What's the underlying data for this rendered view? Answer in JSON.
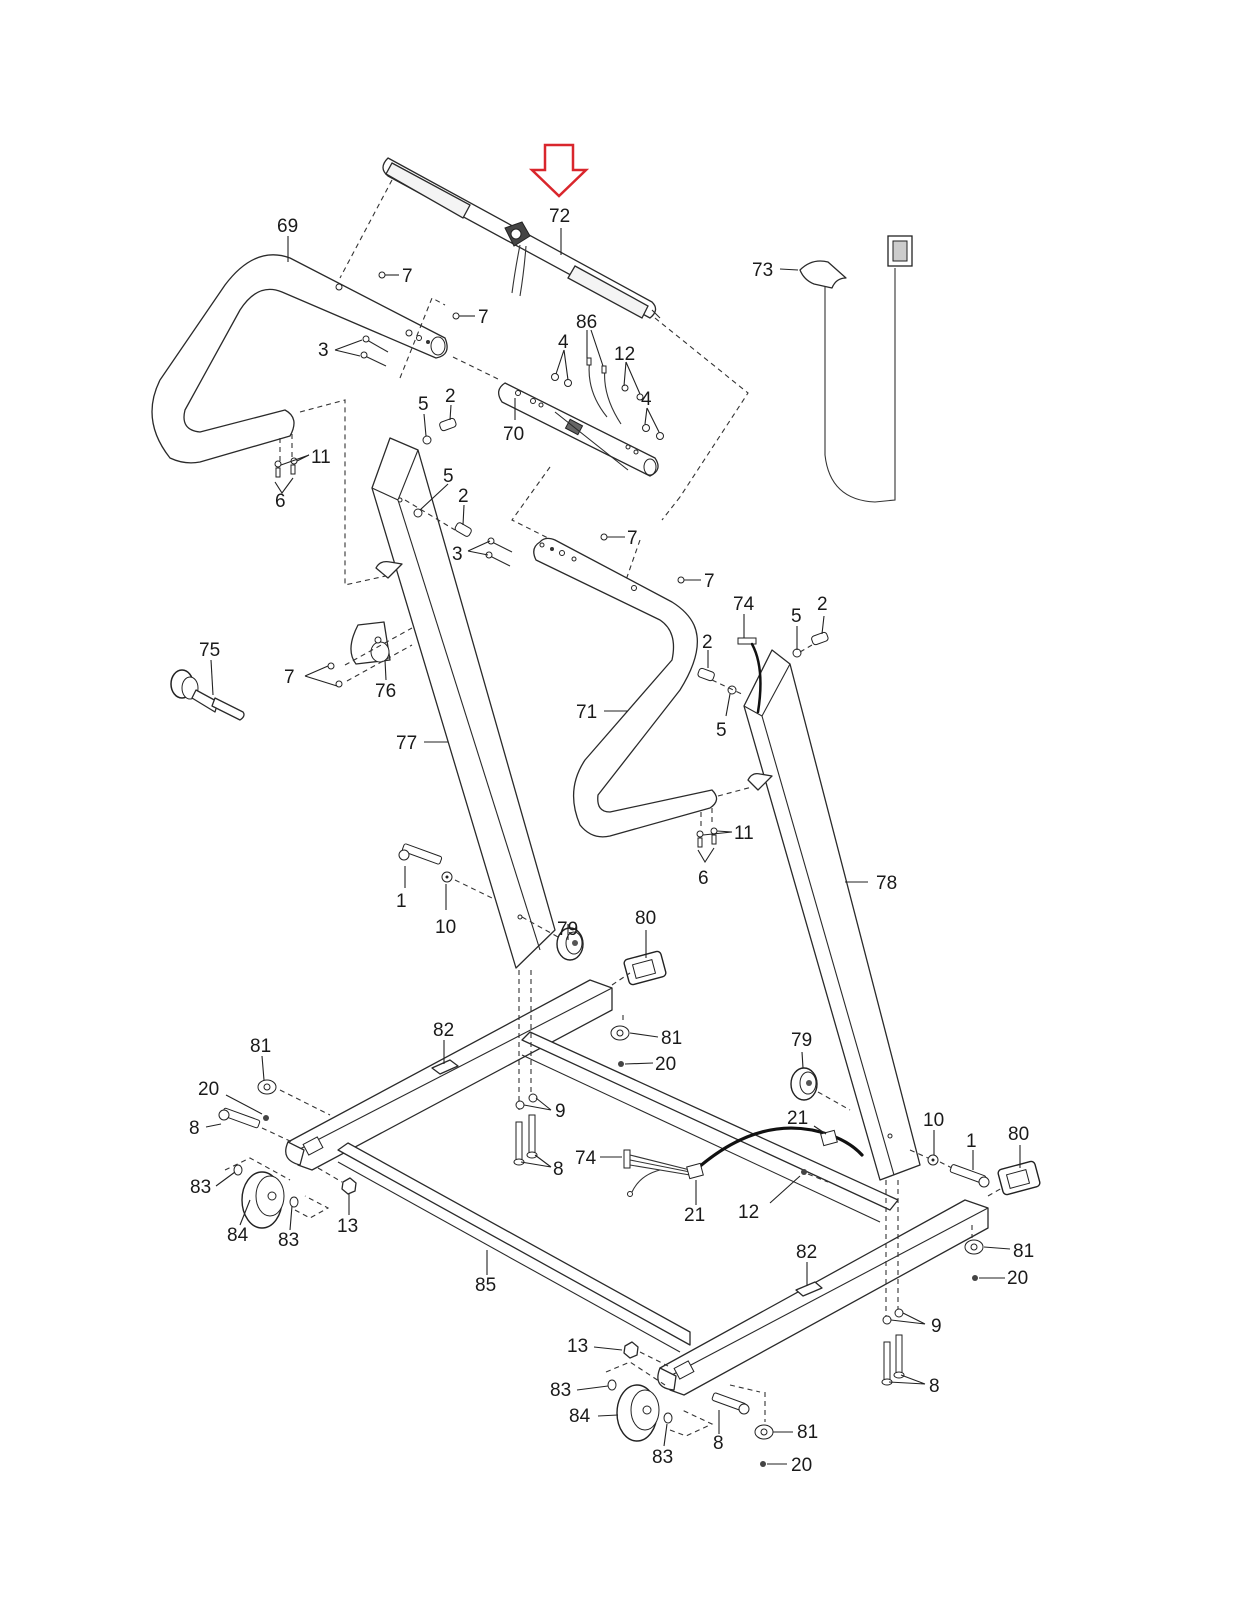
{
  "diagram": {
    "title": "Upright and Frame Exploded Parts Diagram",
    "highlight": {
      "icon": "down-arrow-icon",
      "color": "#d9262c",
      "part": "72"
    },
    "parts": [
      {
        "key": "p72",
        "number": "72",
        "name": "handrail-console-bar"
      },
      {
        "key": "p69",
        "number": "69",
        "name": "left-handrail"
      },
      {
        "key": "p71",
        "number": "71",
        "name": "right-handrail"
      },
      {
        "key": "p70",
        "number": "70",
        "name": "crossbar-bracket"
      },
      {
        "key": "p73",
        "number": "73",
        "name": "safety-key-clip"
      },
      {
        "key": "p74",
        "number": "74",
        "name": "wire-harness"
      },
      {
        "key": "p75",
        "number": "75",
        "name": "latch-knob"
      },
      {
        "key": "p76",
        "number": "76",
        "name": "latch-bracket"
      },
      {
        "key": "p77",
        "number": "77",
        "name": "left-upright"
      },
      {
        "key": "p78",
        "number": "78",
        "name": "right-upright"
      },
      {
        "key": "p79",
        "number": "79",
        "name": "roller"
      },
      {
        "key": "p80",
        "number": "80",
        "name": "upright-cap"
      },
      {
        "key": "p81",
        "number": "81",
        "name": "foot"
      },
      {
        "key": "p82",
        "number": "82",
        "name": "label-pad"
      },
      {
        "key": "p83",
        "number": "83",
        "name": "spacer"
      },
      {
        "key": "p84",
        "number": "84",
        "name": "wheel"
      },
      {
        "key": "p85",
        "number": "85",
        "name": "base-crossbar"
      },
      {
        "key": "p86",
        "number": "86",
        "name": "ground-wire"
      }
    ],
    "labels": {
      "l72": "72",
      "l69": "69",
      "l73": "73",
      "l70": "70",
      "l86": "86",
      "l7a": "7",
      "l7b": "7",
      "l3a": "3",
      "l4a": "4",
      "l12a": "12",
      "l4b": "4",
      "l5a": "5",
      "l2a": "2",
      "l11a": "11",
      "l6a": "6",
      "l5b": "5",
      "l2b": "2",
      "l3b": "3",
      "l7c": "7",
      "l7d": "7",
      "l75": "75",
      "l7e": "7",
      "l76": "76",
      "l77": "77",
      "l71": "71",
      "l74a": "74",
      "l5c": "5",
      "l2c": "2",
      "l2d": "2",
      "l5d": "5",
      "l11b": "11",
      "l6b": "6",
      "l78": "78",
      "l1a": "1",
      "l10a": "10",
      "l79a": "79",
      "l80a": "80",
      "l82a": "82",
      "l81a": "81",
      "l20a": "20",
      "l81b": "81",
      "l20b": "20",
      "l79b": "79",
      "l8a": "8",
      "l9a": "9",
      "l8b": "8",
      "l21a": "21",
      "l10b": "10",
      "l1b": "1",
      "l80b": "80",
      "l74b": "74",
      "l83a": "83",
      "l84a": "84",
      "l83b": "83",
      "l13a": "13",
      "l21b": "21",
      "l12b": "12",
      "l85": "85",
      "l82b": "82",
      "l81c": "81",
      "l20c": "20",
      "l9b": "9",
      "l8c": "8",
      "l13b": "13",
      "l83c": "83",
      "l84b": "84",
      "l83d": "83",
      "l8d": "8",
      "l81d": "81",
      "l20d": "20"
    }
  }
}
